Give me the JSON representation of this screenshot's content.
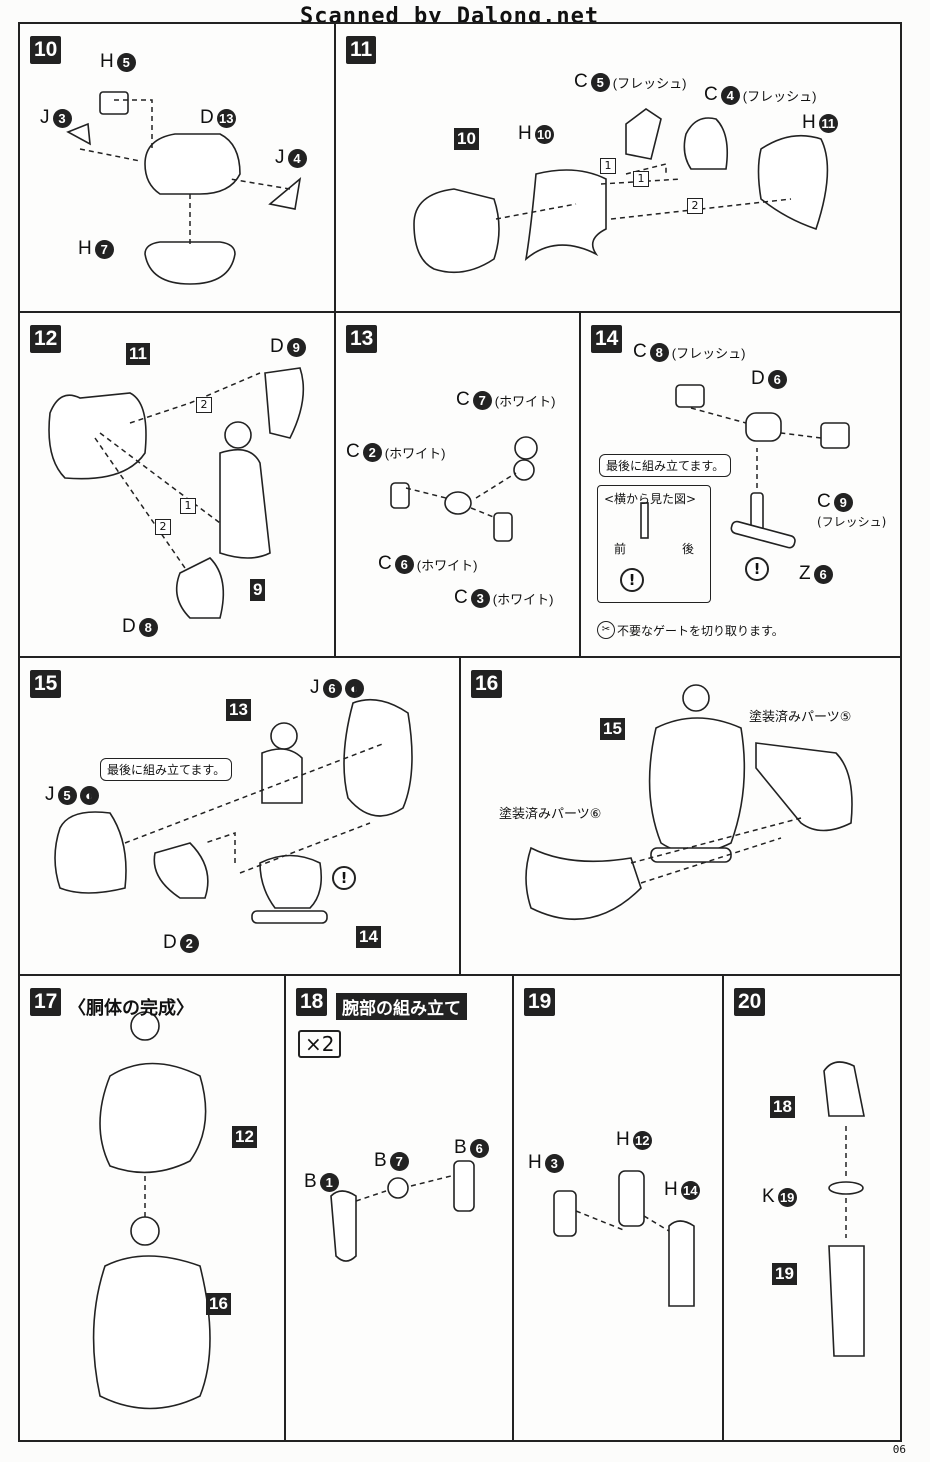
{
  "header": "Scanned by Dalong.net",
  "page_number": "06",
  "callout_last": "最後に組み立てます。",
  "step10": {
    "no": "10",
    "parts": [
      {
        "l": "H",
        "n": "5"
      },
      {
        "l": "J",
        "n": "3"
      },
      {
        "l": "D",
        "n": "13"
      },
      {
        "l": "J",
        "n": "4"
      },
      {
        "l": "H",
        "n": "7"
      }
    ]
  },
  "step11": {
    "no": "11",
    "ref": "10",
    "order": [
      "1",
      "1",
      "2"
    ],
    "parts": [
      {
        "l": "H",
        "n": "10"
      },
      {
        "l": "C",
        "n": "5",
        "note": "(フレッシュ)"
      },
      {
        "l": "C",
        "n": "4",
        "note": "(フレッシュ)"
      },
      {
        "l": "H",
        "n": "11"
      }
    ]
  },
  "step12": {
    "no": "12",
    "refs": [
      "11",
      "9"
    ],
    "order": [
      "2",
      "1",
      "2"
    ],
    "parts": [
      {
        "l": "D",
        "n": "9"
      },
      {
        "l": "D",
        "n": "8"
      }
    ]
  },
  "step13": {
    "no": "13",
    "parts": [
      {
        "l": "C",
        "n": "7",
        "note": "(ホワイト)"
      },
      {
        "l": "C",
        "n": "2",
        "note": "(ホワイト)"
      },
      {
        "l": "C",
        "n": "6",
        "note": "(ホワイト)"
      },
      {
        "l": "C",
        "n": "3",
        "note": "(ホワイト)"
      }
    ]
  },
  "step14": {
    "no": "14",
    "parts": [
      {
        "l": "C",
        "n": "8",
        "note": "(フレッシュ)"
      },
      {
        "l": "D",
        "n": "6"
      },
      {
        "l": "C",
        "n": "9",
        "note": "(フレッシュ)"
      },
      {
        "l": "Z",
        "n": "6"
      }
    ],
    "side_view_title": "<横から見た図>",
    "front": "前",
    "back": "後",
    "warning": "!",
    "gate_note": "不要なゲートを切り取ります。"
  },
  "step15": {
    "no": "15",
    "refs": [
      "13",
      "14"
    ],
    "parts": [
      {
        "l": "J",
        "n": "6"
      },
      {
        "l": "J",
        "n": "5"
      },
      {
        "l": "D",
        "n": "2"
      }
    ],
    "warning": "!"
  },
  "step16": {
    "no": "16",
    "ref": "15",
    "painted5": "塗装済みパーツ⑤",
    "painted6": "塗装済みパーツ⑥"
  },
  "step17": {
    "no": "17",
    "title": "〈胴体の完成〉",
    "refs": [
      "12",
      "16"
    ]
  },
  "step18": {
    "no": "18",
    "title": "腕部の組み立て",
    "multiplier": "×2",
    "parts": [
      {
        "l": "B",
        "n": "1"
      },
      {
        "l": "B",
        "n": "7"
      },
      {
        "l": "B",
        "n": "6"
      }
    ]
  },
  "step19": {
    "no": "19",
    "parts": [
      {
        "l": "H",
        "n": "3"
      },
      {
        "l": "H",
        "n": "12"
      },
      {
        "l": "H",
        "n": "14"
      }
    ]
  },
  "step20": {
    "no": "20",
    "refs": [
      "18",
      "19"
    ],
    "parts": [
      {
        "l": "K",
        "n": "19"
      }
    ]
  }
}
